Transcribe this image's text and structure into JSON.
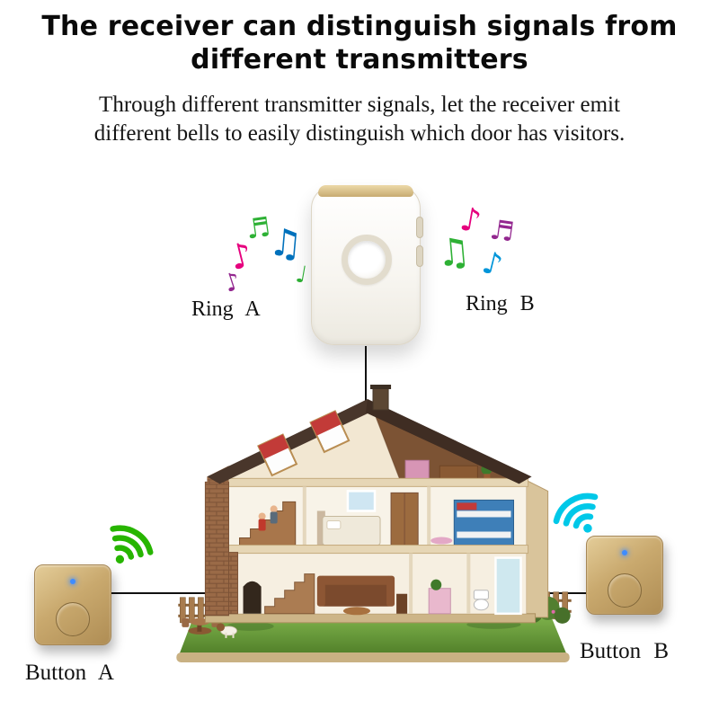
{
  "header": {
    "title_line1": "The receiver can distinguish signals from",
    "title_line2": "different transmitters",
    "subtitle_line1": "Through different transmitter signals, let the receiver emit",
    "subtitle_line2": "different bells to easily distinguish which door has visitors."
  },
  "receiver": {
    "label_ring_a": "Ring A",
    "label_ring_b": "Ring B"
  },
  "transmitters": {
    "label_button_a": "Button A",
    "label_button_b": "Button B"
  },
  "icons": {
    "wifi_left": {
      "name": "wifi-signal-icon",
      "color": "#27b500"
    },
    "wifi_right": {
      "name": "wifi-signal-icon",
      "color": "#00c8e8"
    },
    "notes_left": [
      {
        "glyph": "♬",
        "color": "#2eb135"
      },
      {
        "glyph": "♪",
        "color": "#e6007e"
      },
      {
        "glyph": "♫",
        "color": "#0071bc"
      },
      {
        "glyph": "♪",
        "color": "#93278f"
      },
      {
        "glyph": "♩",
        "color": "#2eb135"
      }
    ],
    "notes_right": [
      {
        "glyph": "♪",
        "color": "#e6007e"
      },
      {
        "glyph": "♬",
        "color": "#93278f"
      },
      {
        "glyph": "♫",
        "color": "#2eb135"
      },
      {
        "glyph": "♪",
        "color": "#0095d9"
      }
    ]
  },
  "colors": {
    "title_text": "#0a0a0a",
    "body_text": "#141414",
    "transmitter_gold": "#c9a96e",
    "receiver_white": "#fcfbf8",
    "receiver_gold_trim": "#d6bd8c",
    "led_blue": "#3f8cff",
    "connector_line": "#111111"
  }
}
